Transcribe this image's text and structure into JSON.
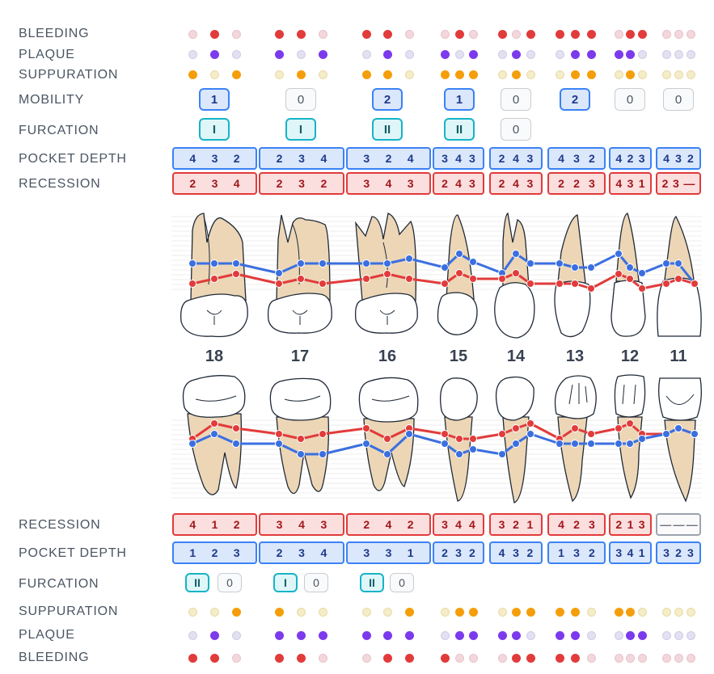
{
  "labels": {
    "bleeding": "BLEEDING",
    "plaque": "PLAQUE",
    "suppuration": "SUPPURATION",
    "mobility": "MOBILITY",
    "furcation": "FURCATION",
    "pocket_depth": "POCKET DEPTH",
    "recession": "RECESSION"
  },
  "colors": {
    "bleeding": "#e23b3b",
    "plaque": "#7c3aed",
    "suppuration": "#f59e0b",
    "pocket_line": "#3b6fe0",
    "recession_line": "#e23b3b",
    "tooth_root": "#ecd6b6"
  },
  "teeth": [
    "18",
    "17",
    "16",
    "15",
    "14",
    "13",
    "12",
    "11"
  ],
  "upper": {
    "bleeding": [
      [
        0,
        1,
        0
      ],
      [
        1,
        1,
        0
      ],
      [
        1,
        1,
        0
      ],
      [
        0,
        1,
        0
      ],
      [
        1,
        0,
        1
      ],
      [
        1,
        1,
        1
      ],
      [
        0,
        1,
        1
      ],
      [
        0,
        0,
        0
      ]
    ],
    "plaque": [
      [
        0,
        1,
        0
      ],
      [
        1,
        0,
        1
      ],
      [
        0,
        1,
        0
      ],
      [
        1,
        0,
        1
      ],
      [
        0,
        1,
        0
      ],
      [
        0,
        1,
        1
      ],
      [
        1,
        1,
        0
      ],
      [
        0,
        0,
        0
      ]
    ],
    "suppuration": [
      [
        1,
        0,
        1
      ],
      [
        0,
        1,
        0
      ],
      [
        1,
        1,
        0
      ],
      [
        1,
        1,
        1
      ],
      [
        0,
        1,
        0
      ],
      [
        0,
        1,
        1
      ],
      [
        0,
        1,
        0
      ],
      [
        0,
        0,
        0
      ]
    ],
    "mobility": [
      {
        "value": "1",
        "active": true
      },
      {
        "value": "0",
        "active": false
      },
      {
        "value": "2",
        "active": true
      },
      {
        "value": "1",
        "active": true
      },
      {
        "value": "0",
        "active": false
      },
      {
        "value": "2",
        "active": true
      },
      {
        "value": "0",
        "active": false
      },
      {
        "value": "0",
        "active": false
      }
    ],
    "furcation": [
      {
        "value": "I",
        "active": true
      },
      {
        "value": "I",
        "active": true
      },
      {
        "value": "II",
        "active": true
      },
      {
        "value": "II",
        "active": true
      },
      {
        "value": "0",
        "active": false
      }
    ],
    "pocket_depth": [
      [
        "4",
        "3",
        "2"
      ],
      [
        "2",
        "3",
        "4"
      ],
      [
        "3",
        "2",
        "4"
      ],
      [
        "3",
        "4",
        "3"
      ],
      [
        "2",
        "4",
        "3"
      ],
      [
        "4",
        "3",
        "2"
      ],
      [
        "4",
        "2",
        "3"
      ],
      [
        "4",
        "3",
        "2"
      ]
    ],
    "recession": [
      [
        "2",
        "3",
        "4"
      ],
      [
        "2",
        "3",
        "2"
      ],
      [
        "3",
        "4",
        "3"
      ],
      [
        "2",
        "4",
        "3"
      ],
      [
        "2",
        "4",
        "3"
      ],
      [
        "2",
        "2",
        "3"
      ],
      [
        "4",
        "3",
        "1"
      ],
      [
        "2",
        "3",
        "—"
      ]
    ]
  },
  "lower": {
    "recession": [
      [
        "4",
        "1",
        "2"
      ],
      [
        "3",
        "4",
        "3"
      ],
      [
        "2",
        "4",
        "2"
      ],
      [
        "3",
        "4",
        "4"
      ],
      [
        "3",
        "2",
        "1"
      ],
      [
        "4",
        "2",
        "3"
      ],
      [
        "2",
        "1",
        "3"
      ],
      [
        "—",
        "—",
        "—"
      ]
    ],
    "pocket_depth": [
      [
        "1",
        "2",
        "3"
      ],
      [
        "2",
        "3",
        "4"
      ],
      [
        "3",
        "3",
        "1"
      ],
      [
        "2",
        "3",
        "2"
      ],
      [
        "4",
        "3",
        "2"
      ],
      [
        "1",
        "3",
        "2"
      ],
      [
        "3",
        "4",
        "1"
      ],
      [
        "3",
        "2",
        "3"
      ]
    ],
    "furcation": [
      {
        "value": "II",
        "active": true
      },
      {
        "value": "0",
        "active": false
      },
      {
        "value": "I",
        "active": true
      },
      {
        "value": "0",
        "active": false
      },
      {
        "value": "II",
        "active": true
      },
      {
        "value": "0",
        "active": false
      }
    ],
    "suppuration": [
      [
        0,
        0,
        1
      ],
      [
        1,
        0,
        0
      ],
      [
        0,
        0,
        1
      ],
      [
        0,
        1,
        1
      ],
      [
        0,
        1,
        1
      ],
      [
        1,
        1,
        0
      ],
      [
        1,
        1,
        0
      ],
      [
        0,
        0,
        0
      ]
    ],
    "plaque": [
      [
        0,
        1,
        0
      ],
      [
        1,
        1,
        1
      ],
      [
        1,
        1,
        1
      ],
      [
        0,
        1,
        1
      ],
      [
        1,
        1,
        0
      ],
      [
        1,
        1,
        0
      ],
      [
        0,
        1,
        1
      ],
      [
        0,
        0,
        0
      ]
    ],
    "bleeding": [
      [
        1,
        1,
        0
      ],
      [
        1,
        1,
        0
      ],
      [
        0,
        1,
        1
      ],
      [
        1,
        0,
        0
      ],
      [
        0,
        1,
        1
      ],
      [
        1,
        1,
        0
      ],
      [
        0,
        0,
        0
      ],
      [
        0,
        0,
        0
      ]
    ]
  }
}
